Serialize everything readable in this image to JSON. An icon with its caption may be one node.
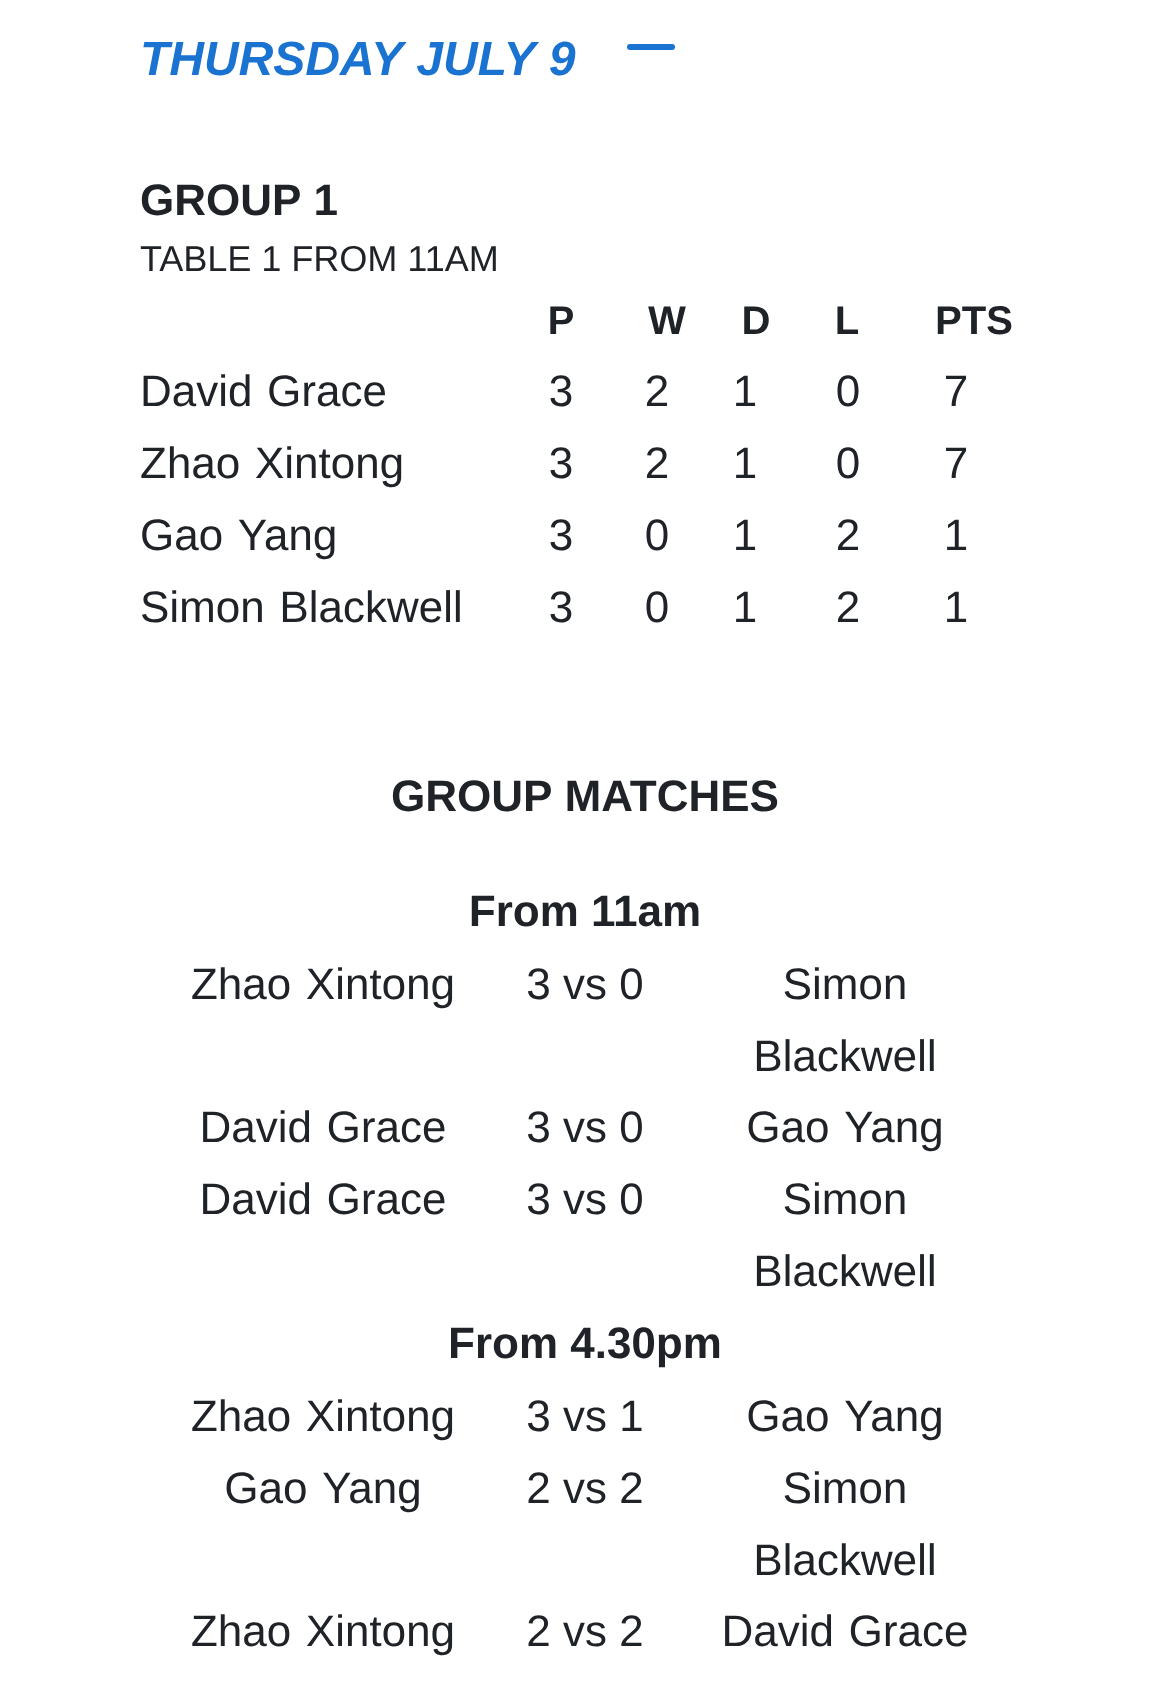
{
  "diagram": {
    "title": "THURSDAY JULY 9",
    "labels": [
      "GROUP 1",
      "TABLE 1 FROM 11AM",
      "P",
      "W",
      "D",
      "L",
      "PTS",
      "David Grace",
      "3",
      "2",
      "1",
      "0",
      "7",
      "Zhao Xintong",
      "3",
      "2",
      "1",
      "0",
      "7",
      "Gao Yang",
      "3",
      "0",
      "1",
      "2",
      "1",
      "Simon Blackwell",
      "3",
      "0",
      "1",
      "2",
      "1",
      "GROUP MATCHES",
      "From 11am",
      "Zhao Xintong",
      "3 vs 0",
      "Simon Blackwell",
      "David Grace",
      "3 vs 0",
      "Gao Yang",
      "David Grace",
      "3 vs 0",
      "Simon Blackwell",
      "From 4.30pm",
      "Zhao Xintong",
      "3 vs 1",
      "Gao Yang",
      "Gao Yang",
      "2 vs 2",
      "Simon Blackwell",
      "Zhao Xintong",
      "2 vs 2",
      "David Grace"
    ]
  }
}
